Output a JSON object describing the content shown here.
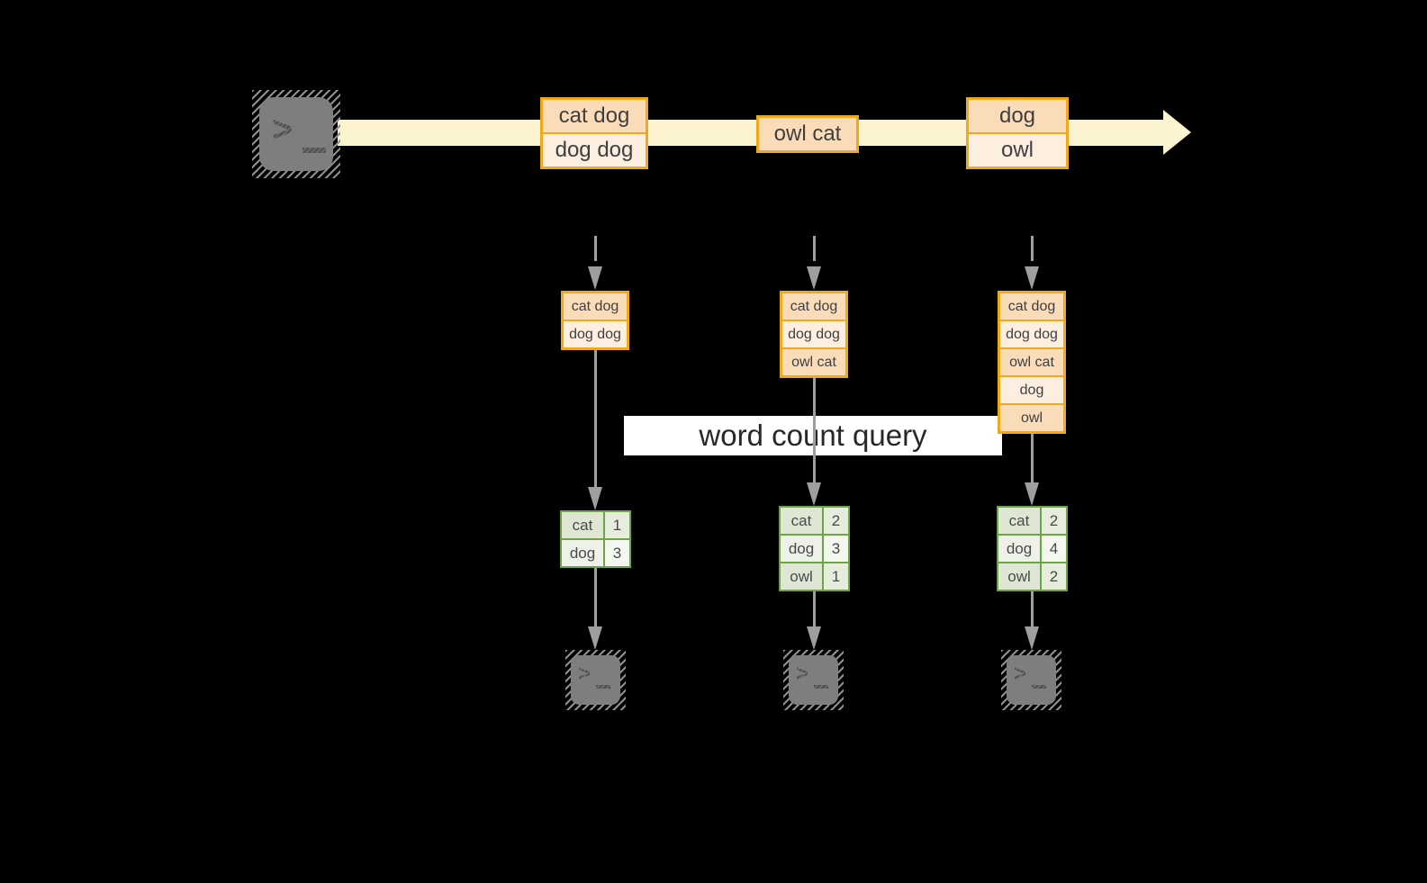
{
  "query_label": "word count query",
  "stream": {
    "batches": [
      {
        "lines": [
          "cat dog",
          "dog dog"
        ]
      },
      {
        "lines": [
          "owl cat"
        ]
      },
      {
        "lines": [
          "dog",
          "owl"
        ]
      }
    ]
  },
  "columns": [
    {
      "state_rows": [
        "cat dog",
        "dog dog"
      ],
      "count_rows": [
        {
          "word": "cat",
          "count": "1"
        },
        {
          "word": "dog",
          "count": "3"
        }
      ]
    },
    {
      "state_rows": [
        "cat dog",
        "dog dog",
        "owl cat"
      ],
      "count_rows": [
        {
          "word": "cat",
          "count": "2"
        },
        {
          "word": "dog",
          "count": "3"
        },
        {
          "word": "owl",
          "count": "1"
        }
      ]
    },
    {
      "state_rows": [
        "cat dog",
        "dog dog",
        "owl cat",
        "dog",
        "owl"
      ],
      "count_rows": [
        {
          "word": "cat",
          "count": "2"
        },
        {
          "word": "dog",
          "count": "4"
        },
        {
          "word": "owl",
          "count": "2"
        }
      ]
    }
  ],
  "icons": {
    "source": "terminal-icon",
    "sinks": [
      "terminal-icon",
      "terminal-icon",
      "terminal-icon"
    ]
  },
  "colors": {
    "background": "#000000",
    "stream_fill": "#FCF3D1",
    "batch_border": "#F0A81C",
    "batch_fill_dark": "#FADCB9",
    "batch_fill_light": "#FCEFE0",
    "table_border": "#6CA644",
    "table_fill_dark": "#DFE7D4",
    "table_fill_light": "#EDF1E8",
    "arrow_gray": "#9E9E9E",
    "terminal_gray": "#7E7E7E",
    "query_band_bg": "#FFFFFF"
  }
}
